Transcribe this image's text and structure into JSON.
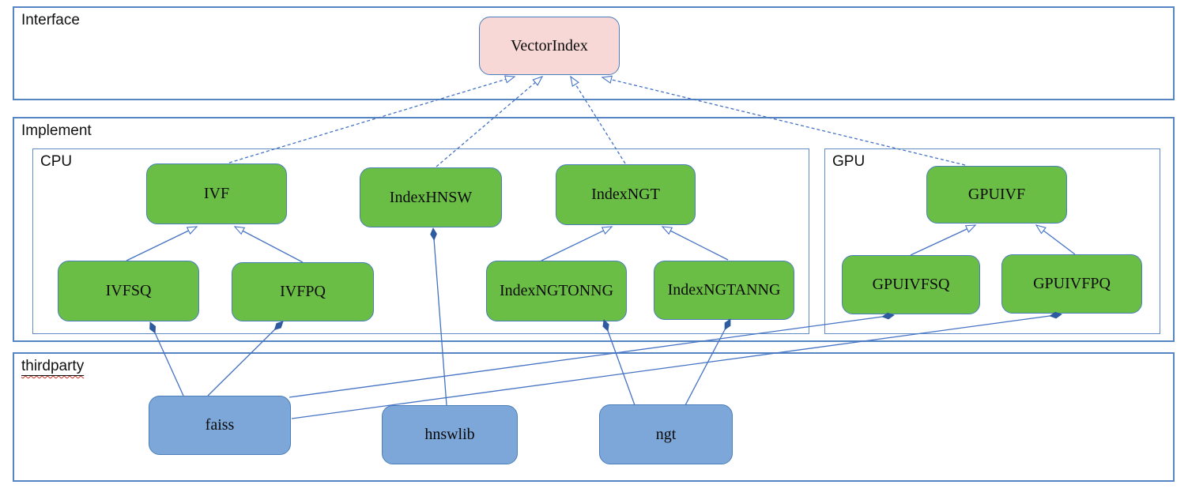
{
  "colors": {
    "node_border": "#4a7ebb",
    "container_border": "#5585c2",
    "connector_blue": "#4472c4",
    "diamond_fill": "#2e5b9f",
    "green_fill": "#6abd45",
    "pink_fill": "#f8d8d6",
    "blue_fill": "#7da7d8",
    "squiggle_red": "#cf2e21",
    "text": "#0a0a0a"
  },
  "containers": {
    "interface": {
      "label": "Interface"
    },
    "implement": {
      "label": "Implement"
    },
    "cpu": {
      "label": "CPU"
    },
    "gpu": {
      "label": "GPU"
    },
    "thirdparty": {
      "label": "thirdparty"
    }
  },
  "nodes": {
    "vectorindex": {
      "label": "VectorIndex"
    },
    "ivf": {
      "label": "IVF"
    },
    "indexhnsw": {
      "label": "IndexHNSW"
    },
    "indexngt": {
      "label": "IndexNGT"
    },
    "gpuivf": {
      "label": "GPUIVF"
    },
    "ivfsq": {
      "label": "IVFSQ"
    },
    "ivfpq": {
      "label": "IVFPQ"
    },
    "indexngtonng": {
      "label": "IndexNGTONNG"
    },
    "indexngtanng": {
      "label": "IndexNGTANNG"
    },
    "gpuivfsq": {
      "label": "GPUIVFSQ"
    },
    "gpuivfpq": {
      "label": "GPUIVFPQ"
    },
    "faiss": {
      "label": "faiss"
    },
    "hnswlib": {
      "label": "hnswlib"
    },
    "ngt": {
      "label": "ngt"
    }
  },
  "relations": [
    {
      "from": "IVF",
      "to": "VectorIndex",
      "type": "realization"
    },
    {
      "from": "IndexHNSW",
      "to": "VectorIndex",
      "type": "realization"
    },
    {
      "from": "IndexNGT",
      "to": "VectorIndex",
      "type": "realization"
    },
    {
      "from": "GPUIVF",
      "to": "VectorIndex",
      "type": "realization"
    },
    {
      "from": "IVFSQ",
      "to": "IVF",
      "type": "generalization"
    },
    {
      "from": "IVFPQ",
      "to": "IVF",
      "type": "generalization"
    },
    {
      "from": "IndexNGTONNG",
      "to": "IndexNGT",
      "type": "generalization"
    },
    {
      "from": "IndexNGTANNG",
      "to": "IndexNGT",
      "type": "generalization"
    },
    {
      "from": "GPUIVFSQ",
      "to": "GPUIVF",
      "type": "generalization"
    },
    {
      "from": "GPUIVFPQ",
      "to": "GPUIVF",
      "type": "generalization"
    },
    {
      "from": "faiss",
      "to": "IVFSQ",
      "type": "composition"
    },
    {
      "from": "faiss",
      "to": "IVFPQ",
      "type": "composition"
    },
    {
      "from": "faiss",
      "to": "GPUIVFSQ",
      "type": "composition"
    },
    {
      "from": "faiss",
      "to": "GPUIVFPQ",
      "type": "composition"
    },
    {
      "from": "hnswlib",
      "to": "IndexHNSW",
      "type": "composition"
    },
    {
      "from": "ngt",
      "to": "IndexNGTONNG",
      "type": "composition"
    },
    {
      "from": "ngt",
      "to": "IndexNGTANNG",
      "type": "composition"
    }
  ]
}
